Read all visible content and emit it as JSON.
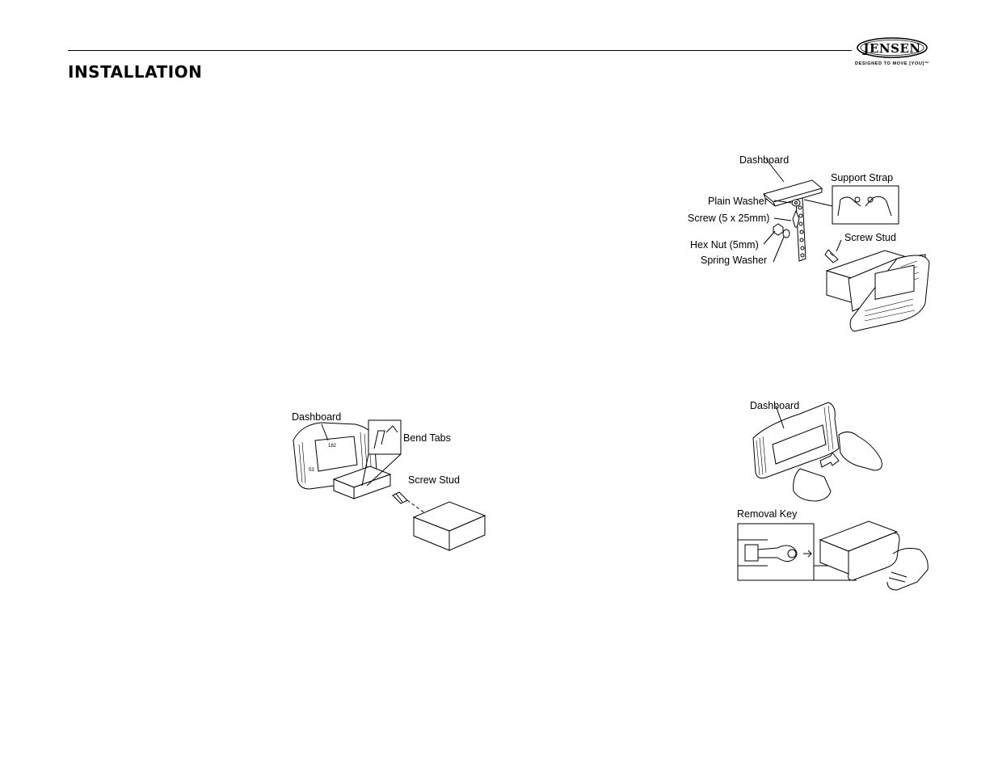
{
  "header": {
    "section_title": "INSTALLATION",
    "logo": {
      "wordmark": "JENSEN",
      "tagline": "DESIGNED TO MOVE [YOU]™"
    }
  },
  "figures": {
    "mount_kit": {
      "dashboard": "Dashboard",
      "bend_tabs": "Bend Tabs",
      "screw_stud": "Screw Stud",
      "dim_width": "182",
      "dim_height": "53"
    },
    "support_strap": {
      "dashboard": "Dashboard",
      "support_strap": "Support Strap",
      "plain_washer": "Plain Washer",
      "screw": "Screw (5 x 25mm)",
      "screw_stud": "Screw Stud",
      "hex_nut": "Hex Nut (5mm)",
      "spring_washer": "Spring Washer"
    },
    "removal": {
      "dashboard": "Dashboard",
      "removal_key": "Removal Key"
    }
  }
}
